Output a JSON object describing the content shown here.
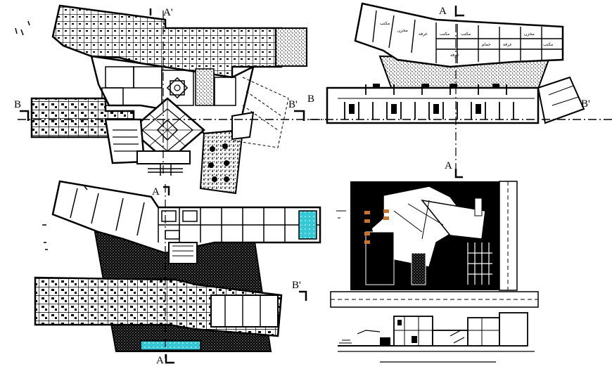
{
  "drawing": {
    "section_marks": {
      "top_left_A_top": "A'",
      "top_left_B_left": "B",
      "top_left_B_right": "B'",
      "top_right_A_top": "A",
      "top_right_B_left": "B",
      "top_right_B_right": "B'",
      "top_right_A_bottom": "A",
      "bottom_left_A_top": "A",
      "bottom_left_B_right": "B'",
      "bottom_left_A_bottom": "A"
    },
    "room_labels": [
      "مكتب",
      "مخزن",
      "غرفة",
      "مكتب",
      "مكتب",
      "حمام",
      "غرفة",
      "مخزن",
      "مكتب",
      "غرفة"
    ]
  },
  "colors": {
    "ink": "#000000",
    "paper": "#ffffff",
    "pool": "#37c8d6",
    "cars": "#c8742a"
  }
}
